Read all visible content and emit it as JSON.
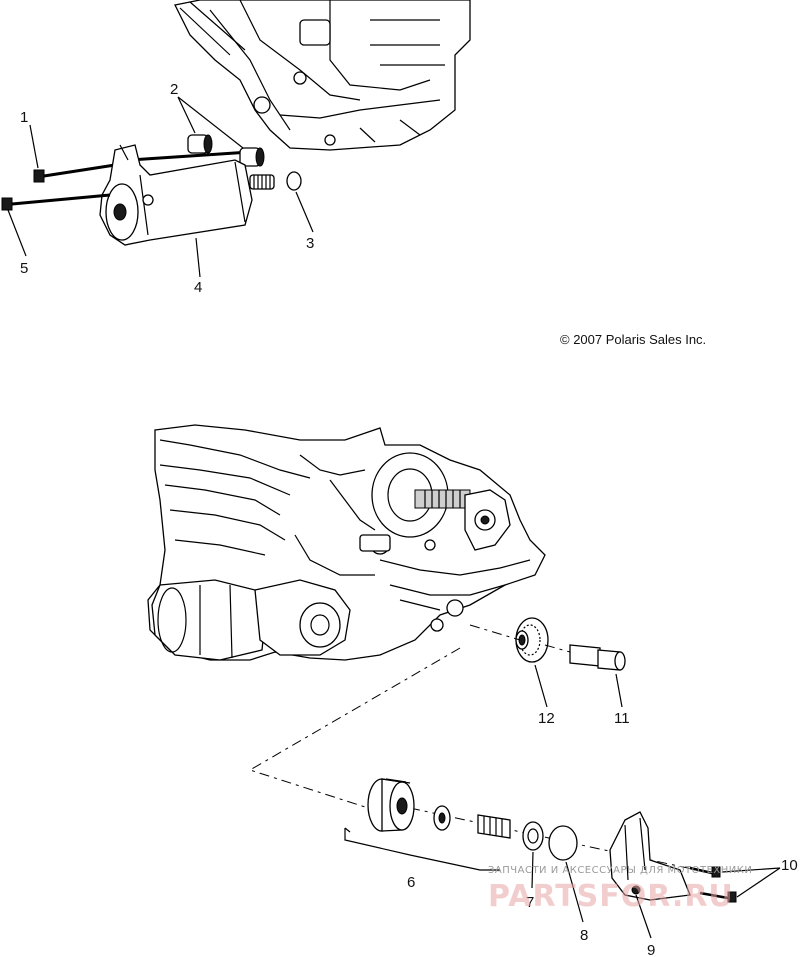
{
  "diagram": {
    "copyright": "© 2007 Polaris Sales Inc.",
    "callouts": {
      "c1": "1",
      "c2": "2",
      "c3": "3",
      "c4": "4",
      "c5": "5",
      "c6": "6",
      "c7": "7",
      "c8": "8",
      "c9": "9",
      "c10": "10",
      "c11": "11",
      "c12": "12"
    },
    "watermark": {
      "tagline": "ЗАПЧАСТИ И АКСЕССУАРЫ ДЛЯ МОТОТЕХНИКИ",
      "logo": "PARTSFOR.RU"
    }
  }
}
